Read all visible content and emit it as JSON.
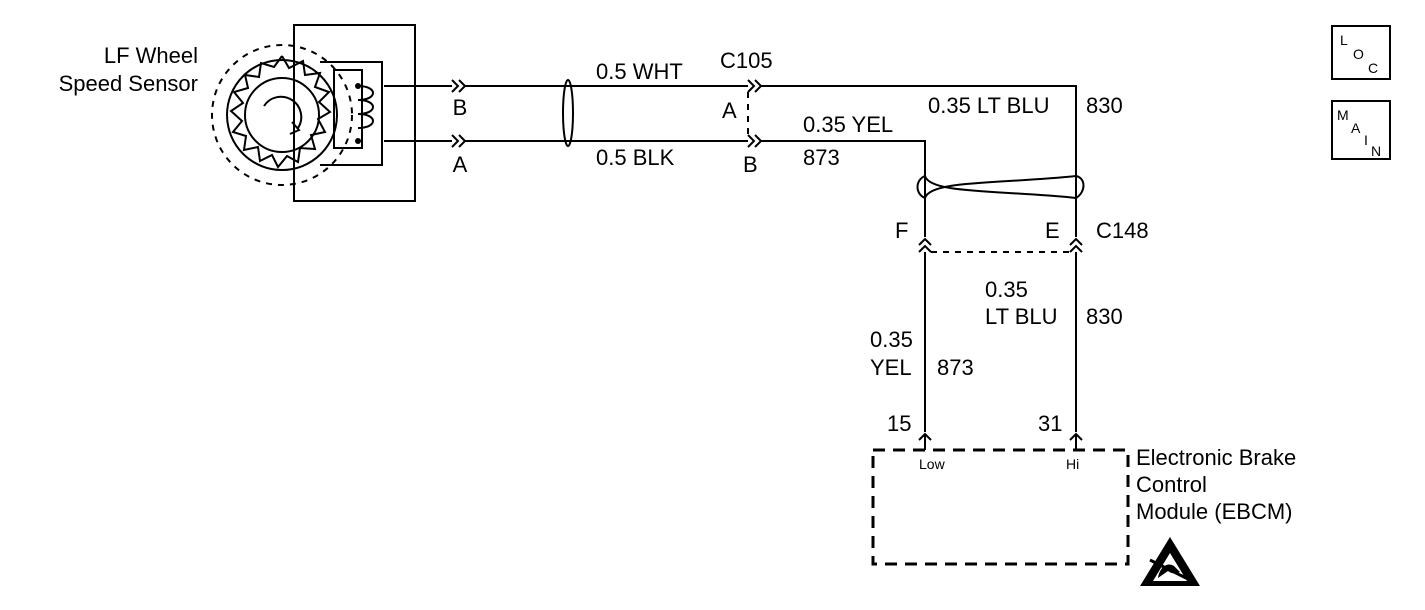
{
  "sensor": {
    "title_line1": "LF Wheel",
    "title_line2": "Speed Sensor",
    "pin_b": "B",
    "pin_a": "A"
  },
  "wires": {
    "upper_left": "0.5 WHT",
    "lower_left": "0.5 BLK",
    "upper_right_color": "0.35 LT BLU",
    "upper_right_circuit": "830",
    "lower_right_color": "0.35 YEL",
    "lower_right_circuit": "873",
    "vert_left_size": "0.35",
    "vert_left_color": "YEL",
    "vert_left_circuit": "873",
    "vert_right_size": "0.35",
    "vert_right_color": "LT BLU",
    "vert_right_circuit": "830"
  },
  "connectors": {
    "c105": "C105",
    "c105_pin_a": "A",
    "c105_pin_b": "B",
    "c148": "C148",
    "c148_pin_f": "F",
    "c148_pin_e": "E"
  },
  "ebcm": {
    "pin_15": "15",
    "pin_31": "31",
    "low": "Low",
    "hi": "Hi",
    "name_line1": "Electronic Brake",
    "name_line2": "Control",
    "name_line3": "Module (EBCM)"
  },
  "badges": {
    "loc": [
      "L",
      "O",
      "C"
    ],
    "main": [
      "M",
      "A",
      "I",
      "N"
    ]
  }
}
